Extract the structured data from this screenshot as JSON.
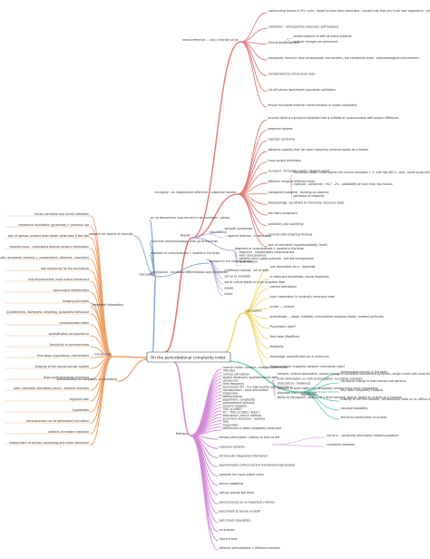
{
  "title": "On the perturbational complexity index",
  "colors": {
    "results": "#e07b78",
    "discussion": "#7fa8d6",
    "introduction": "#f0a066",
    "methods": "#d48ad8",
    "conclusions": "#f0d060",
    "mechanism": "#5ec9b8",
    "subsection": "#9f9fd9"
  },
  "branches": {
    "results": {
      "label": "Results",
      "subs": [
        {
          "label": "neural reference ... only a fraction of pci",
          "items": [
            "confounding factors in PCI: cycle - forget to have been conscious - should trust that you 'trust' own experience - perturbed reports",
            "calibration - retrospective measures: self-measure",
            "clinical disaffirmations",
            "complexity recovery: local physiological mechanisms, low complexity state - pharmacological interventions",
            "corroborated by intracranial data",
            "cut-off values, benchmark population validation",
            "ensure functional external communication or evoke complexity"
          ],
          "subitems": [
            "across subjects as well as within subjects",
            "relative changes are preserved"
          ]
        },
        {
          "label": "circularity - an independent reference - subjective reports",
          "items": [
            "ensures there is a physical substrate that is suitable of consciousness with proven difference",
            "ketamine dreams",
            "hypnotic syndrome",
            "obtained capacity that has been missed by previous works as a marker",
            "input-output limitations",
            "no report: immediate report, delayed report",
            "different things at different times",
            "therapeutic potential - building up capacity",
            "disadvantage: sensitivity to minimally conscious state",
            "too many exceptions",
            "sensitivity and specificity",
            "contrast with empirical findings",
            "lack of controlled (hyperexcitability, fixed)"
          ],
          "subitems": [
            "disconnect state - false reports the current paradigm (~3, with less tDCS - only - some study blind option, MEG, PCI - meet at least 2)",
            "measure - sensitivity - 94.7 - 2% - probability of more than two factors",
            "pathways of response"
          ]
        }
      ],
      "mids": [
        {
          "label": "discordance",
          "leaves": [
            "episodic syndromes",
            "... against features - in each case"
          ]
        },
        {
          "label": "disorders of consciousness + located in the brain",
          "leaves": [
            "ketamine - hallucinatory consciousness",
            "with consciousness",
            "patients with a good outcome - but still unresponsive",
            "local network",
            "..."
          ]
        }
      ],
      "small": [
        "a different method - set of data",
        "set up to establish",
        "set of critical states or a set of spatial data",
        "awake",
        "intact"
      ]
    },
    "discussion": {
      "label": "Discussion",
      "items": [
        "on ne demontrera nous les ecrire rien comfoner - please",
        "start from phenomenology, then go to the brain",
        "disorders of consciousness + located in the brain",
        "optimization - functional differentiation and integration"
      ],
      "subs": [
        "research for reports at diversity",
        "measure in full consciousness"
      ]
    },
    "conclusions": {
      "label": "Conclusions",
      "items": [
        "unit stimulation for a - dissimilar",
        "in sleep and anesthesia, neural responses",
        "cortical stimulation",
        "input modulation in minimally conscious state",
        "inside ... / shared",
        "anaesthesia ... stage; relatively unmonitored response states, cerebral perfusion",
        "Psychedelic state?",
        "Rest state (Red/Blue)",
        "Bistability",
        "Advantage: quantification on a continuum",
        "Disadvantages: instability between stimulation sites?"
      ]
    },
    "mechanism": {
      "label": "Mechanism",
      "items": [
        "plasmonized process in the same",
        "functional change in how neurons are working",
        "why does complexity collapse",
        "inability to link the cascade - physiological state on vs. offline to the synapse",
        "neuronal bistability",
        "electrical confirmation of activity"
      ]
    },
    "methods": {
      "label": "Methods",
      "items": [
        "tune on cortex: neurons, multiple experiment",
        "TMS EEG",
        "cortical stimulation",
        "spatial dimension, spatiotemporal data",
        "Lempel-Ziv",
        "time-frequency",
        "benchmark PCI - is a high-quality pass procedure",
        "normalization - brain stimulation",
        "integration",
        "differentiation",
        "algorithmic complexity",
        "pretreatment stimulus",
        "sensory modality",
        "TMS vs tDBS?",
        "PCI - TMS vs tDBS / SEEG?",
        "alternative / bench method",
        "synchrony detection - balance",
        "TMS",
        "integration",
        "differences in state complexity measured",
        "sensory stimulation: visiting on time vs diff",
        "response variation",
        "intrinsically integrated information",
        "approximated cortico-cortical transmission/generated",
        "compute the input output chain",
        "source modelling",
        "cortical gravity still there",
        "joint presence as an important criterion",
        "benchmark to derive a cutoff",
        "benchmark population",
        "no analysis",
        "neural frame",
        "different perturbations = different fractions"
      ],
      "subitems": [
        "network: cortical stimulation, causes change in correlated connections dynamics, single circuit with more than 1 dissociation",
        "brain stimulation vs cortical stimulation, functional networks",
        "(subcortical - thalamus)",
        "recovery of brain ability not necessarily needed when brain metabolism",
        "disturbed from input-output",
        "ability to distinguish, abilities of a direct bimodal, tied to, based on activity on a network",
        "not at a ... physically stimulation related procedure",
        "correlation between"
      ]
    },
    "introduction": {
      "label": "Introduction",
      "subs": [
        "Differentiation vs complexity vs perturbing",
        "integrated information"
      ],
      "items": [
        "neural correlates and neural validation",
        "theoretical foundation (pyramidal) + practical use",
        "lack of options: present brain death: what does it feel like",
        "requires input - understand process sensory information",
        "brain actually recovered: recovery (- consolidation, dilemma - evolution)",
        "low complexity for the techniques",
        "fully disconnected: input output disconnect",
        "input-output relationships",
        "bridging principles",
        "(Dyads/levels, isomorphic breathing, purposeful behaviour",
        "consciousness meter",
        "quantification vs importance",
        "Sensitivity to consciousness",
        "first steps, inspirations, mechanisms",
        "integrity of the neuromuscular system",
        "large scale interactive dynamics",
        "ratio: nominally stimulated neural - directed impulses",
        "cognitive task",
        "hypotheses",
        "consciousness can be generated from within",
        "artifacts of modern medicine",
        "independent of sensory processing and motor behaviour"
      ]
    }
  }
}
